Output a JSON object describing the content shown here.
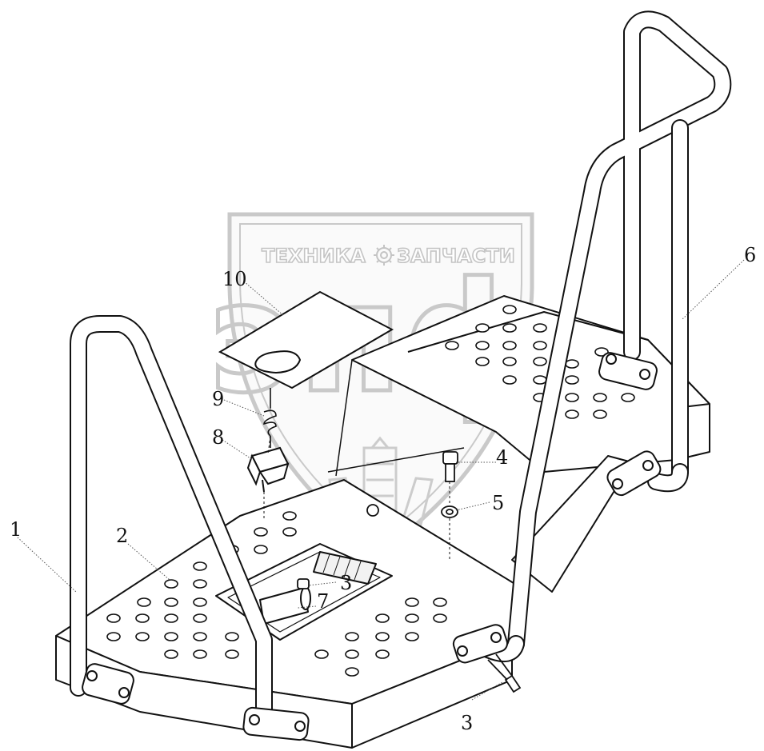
{
  "watermark": {
    "text_left": "ТЕХНИКА",
    "text_right": "ЗАПЧАСТИ",
    "logo_text": "эпф",
    "gear_icon": "gear-icon",
    "color": "#c9c9c9"
  },
  "callouts": [
    {
      "id": "1",
      "label": "1"
    },
    {
      "id": "2",
      "label": "2"
    },
    {
      "id": "3a",
      "label": "3"
    },
    {
      "id": "3b",
      "label": "3"
    },
    {
      "id": "4",
      "label": "4"
    },
    {
      "id": "5",
      "label": "5"
    },
    {
      "id": "6",
      "label": "6"
    },
    {
      "id": "7",
      "label": "7"
    },
    {
      "id": "8",
      "label": "8"
    },
    {
      "id": "9",
      "label": "9"
    },
    {
      "id": "10",
      "label": "10"
    }
  ],
  "colors": {
    "line": "#111111",
    "fill": "#ffffff"
  }
}
